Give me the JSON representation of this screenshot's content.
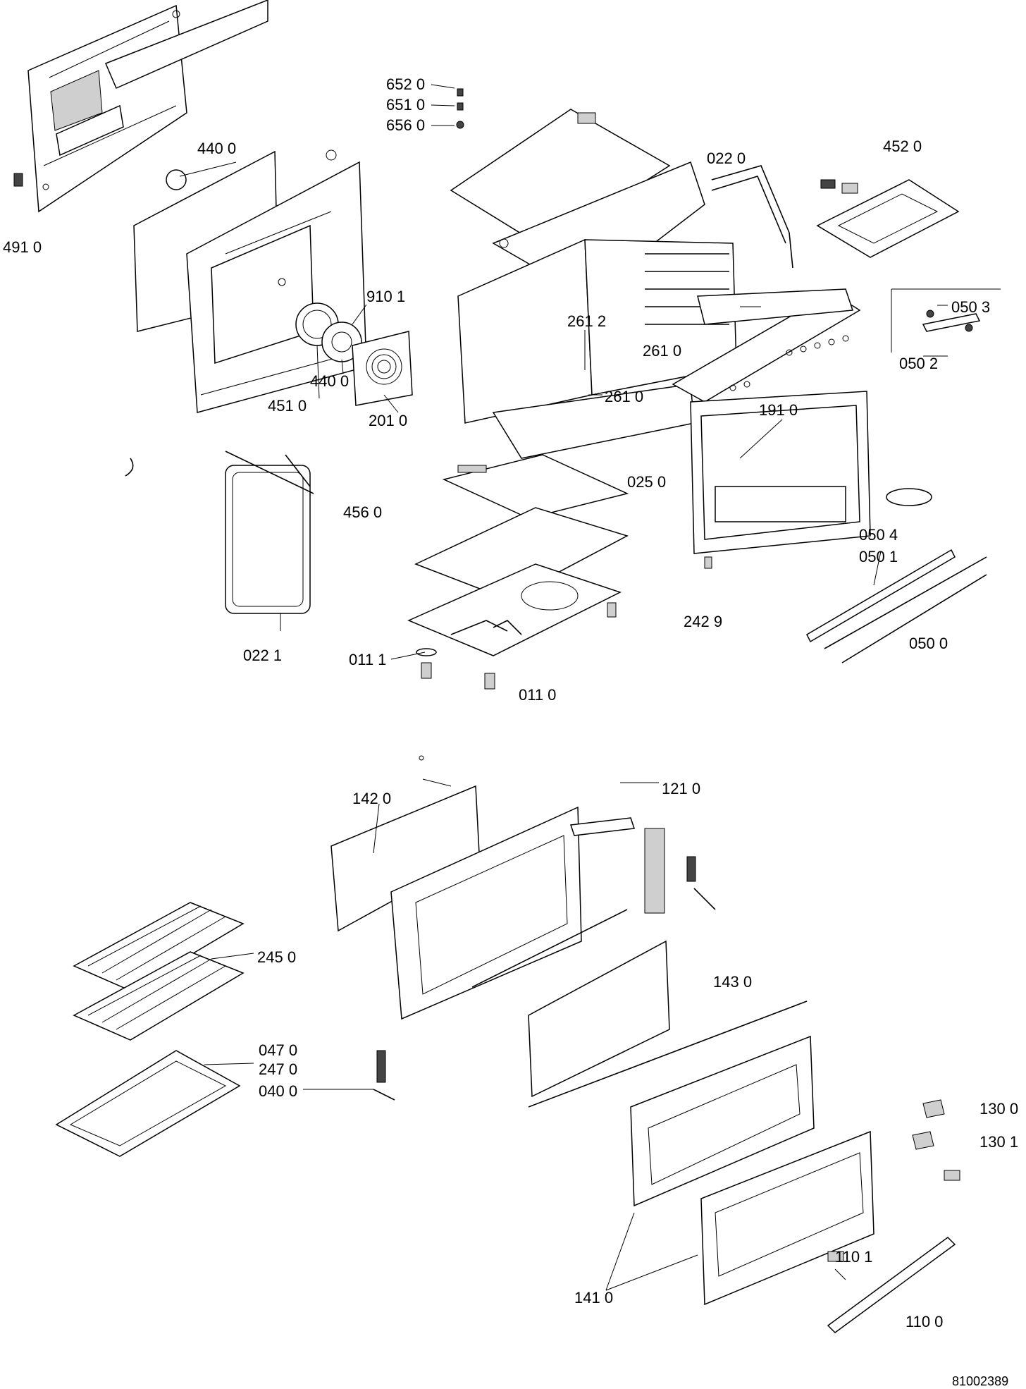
{
  "labels": {
    "l6520": "652 0",
    "l6510": "651 0",
    "l6560": "656 0",
    "l4400a": "440 0",
    "l4910": "491 0",
    "l0220": "022 0",
    "l4520": "452 0",
    "l9101": "910 1",
    "l2612": "261 2",
    "l2610a": "261 0",
    "l2610b": "261 0",
    "l0503": "050 3",
    "l0502": "050 2",
    "l4510": "451 0",
    "l4400b": "440 0",
    "l2010": "201 0",
    "l1910": "191 0",
    "l0250": "025 0",
    "l4560": "456 0",
    "l0504": "050 4",
    "l0501": "050 1",
    "l2429": "242 9",
    "l0221": "022 1",
    "l0111": "011 1",
    "l0500": "050 0",
    "l0110": "011 0",
    "l1210": "121 0",
    "l1420": "142 0",
    "l2450": "245 0",
    "l1430": "143 0",
    "l0470": "047 0",
    "l2470": "247 0",
    "l0400": "040 0",
    "l1300": "130 0",
    "l1301": "130 1",
    "l1101": "110 1",
    "l1410": "141 0",
    "l1100": "110 0"
  },
  "doc_number": "81002389"
}
